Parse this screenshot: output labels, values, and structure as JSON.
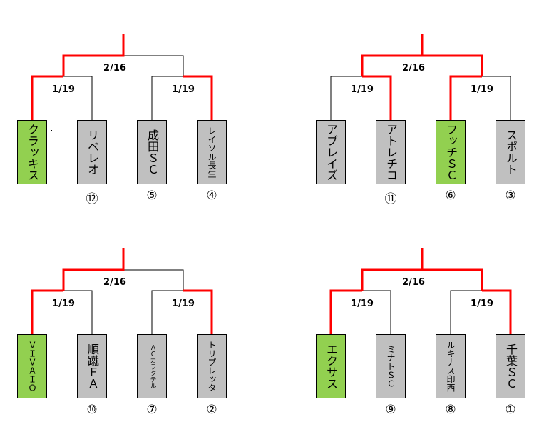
{
  "brackets": [
    {
      "final_date": "2/16",
      "left_date": "1/19",
      "right_date": "1/19",
      "teams": [
        {
          "name": "クラッキス",
          "seed": "",
          "winner": true,
          "size": "normal"
        },
        {
          "name": "リベレオ",
          "seed": "⑫",
          "winner": false,
          "size": "normal"
        },
        {
          "name": "成田ＳＣ",
          "seed": "⑤",
          "winner": false,
          "size": "normal"
        },
        {
          "name": "レイソル長生",
          "seed": "④",
          "winner": false,
          "size": "small"
        }
      ],
      "advancing": [
        "left",
        "right"
      ],
      "final_winner": "left"
    },
    {
      "final_date": "2/16",
      "left_date": "1/19",
      "right_date": "1/19",
      "teams": [
        {
          "name": "アブレイズ",
          "seed": "",
          "winner": false,
          "size": "normal"
        },
        {
          "name": "アトレチコ",
          "seed": "⑪",
          "winner": false,
          "size": "normal"
        },
        {
          "name": "フッチＳＣ",
          "seed": "⑥",
          "winner": true,
          "size": "normal"
        },
        {
          "name": "スポルト",
          "seed": "③",
          "winner": false,
          "size": "normal"
        }
      ],
      "advancing": [
        "right",
        "left"
      ],
      "final_winner": "both"
    },
    {
      "final_date": "2/16",
      "left_date": "1/19",
      "right_date": "1/19",
      "teams": [
        {
          "name": "ＶＩＶＡＩＯ",
          "seed": "",
          "winner": true,
          "size": "small"
        },
        {
          "name": "順蹴ＦＡ",
          "seed": "⑩",
          "winner": false,
          "size": "normal"
        },
        {
          "name": "ＡＣカラクテル",
          "seed": "⑦",
          "winner": false,
          "size": "tiny"
        },
        {
          "name": "トリプレッタ",
          "seed": "②",
          "winner": false,
          "size": "small"
        }
      ],
      "advancing": [
        "left",
        "right"
      ],
      "final_winner": "left"
    },
    {
      "final_date": "2/16",
      "left_date": "1/19",
      "right_date": "1/19",
      "teams": [
        {
          "name": "エクサス",
          "seed": "",
          "winner": true,
          "size": "normal"
        },
        {
          "name": "ミナトＳＣ",
          "seed": "⑨",
          "winner": false,
          "size": "small"
        },
        {
          "name": "ルキナス印西",
          "seed": "⑧",
          "winner": false,
          "size": "small"
        },
        {
          "name": "千葉ＳＣ",
          "seed": "①",
          "winner": false,
          "size": "normal"
        }
      ],
      "advancing": [
        "left",
        "right"
      ],
      "final_winner": "both"
    }
  ],
  "colors": {
    "line": "#000000",
    "winner_line": "#ff0000",
    "winner_box": "#92d050",
    "box": "#c0c0c0"
  }
}
